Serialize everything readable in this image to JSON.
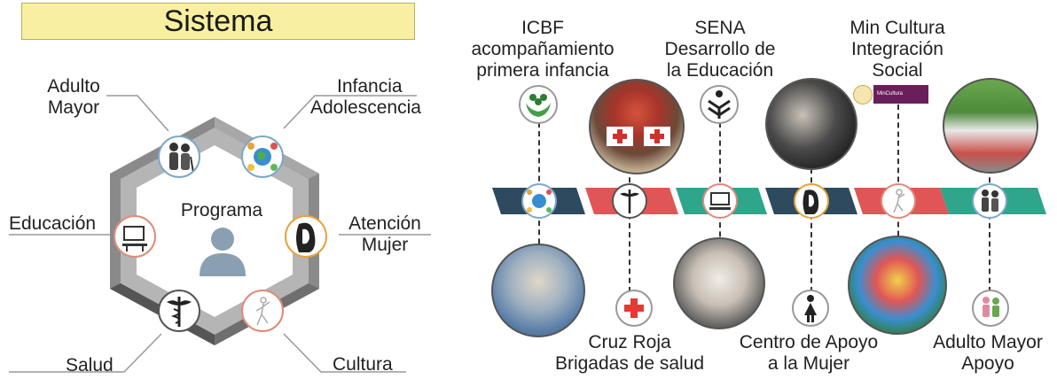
{
  "left": {
    "title": "Sistema",
    "center_label": "Programa",
    "labels": {
      "adulto_mayor": [
        "Adulto",
        "Mayor"
      ],
      "infancia": [
        "Infancia",
        "Adolescencia"
      ],
      "educacion": "Educación",
      "atencion_mujer": [
        "Atención",
        "Mujer"
      ],
      "salud": "Salud",
      "cultura": "Cultura"
    }
  },
  "right": {
    "top_labels": {
      "icbf": [
        "ICBF",
        "acompañamiento",
        "primera infancia"
      ],
      "sena": [
        "SENA",
        "Desarrollo de",
        "la Educación"
      ],
      "mincultura": [
        "Min Cultura",
        "Integración",
        "Social"
      ]
    },
    "mincultura_logo_text": "MinCultura",
    "bottom_labels": {
      "cruz_roja": [
        "Cruz Roja",
        "Brigadas de salud"
      ],
      "centro_apoyo": [
        "Centro de Apoyo",
        "a la Mujer"
      ],
      "adulto_mayor": [
        "Adulto Mayor",
        "Apoyo"
      ]
    }
  },
  "colors": {
    "hexagon": "#8a8a8a",
    "band_navy": "#2e4a5e",
    "band_red": "#e05656",
    "band_teal": "#2fa58c",
    "title_bg": "#f8f0a0",
    "person": "#8aa0b2"
  },
  "icons": [
    "elderly-couple-icon",
    "children-globe-icon",
    "computer-classroom-icon",
    "woman-face-icon",
    "caduceus-icon",
    "dancer-icon",
    "person-icon",
    "icbf-hands-icon",
    "sena-logo-icon",
    "red-cross-icon",
    "woman-silhouette-icon",
    "elderly-small-icon"
  ]
}
